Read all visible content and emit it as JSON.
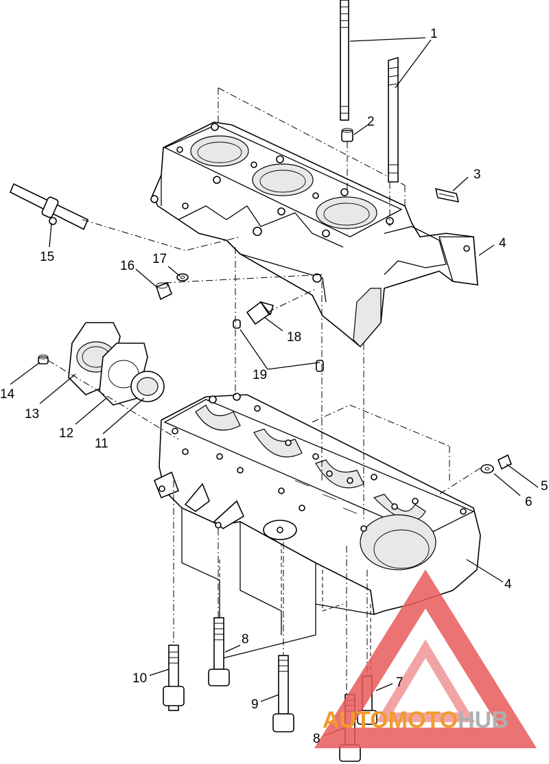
{
  "callouts": {
    "c1": "1",
    "c2": "2",
    "c3": "3",
    "c4a": "4",
    "c4b": "4",
    "c5": "5",
    "c6": "6",
    "c7": "7",
    "c8a": "8",
    "c8b": "8",
    "c9": "9",
    "c10": "10",
    "c11": "11",
    "c12": "12",
    "c13": "13",
    "c14": "14",
    "c15": "15",
    "c16": "16",
    "c17": "17",
    "c18": "18",
    "c19": "19"
  },
  "watermark": {
    "part1": "AUTO",
    "part2": "MOTO",
    "part3": "HUB",
    "color_primary": "#f29a2e",
    "color_secondary": "#b0b0b0",
    "color_triangle": "#e85a5a"
  }
}
